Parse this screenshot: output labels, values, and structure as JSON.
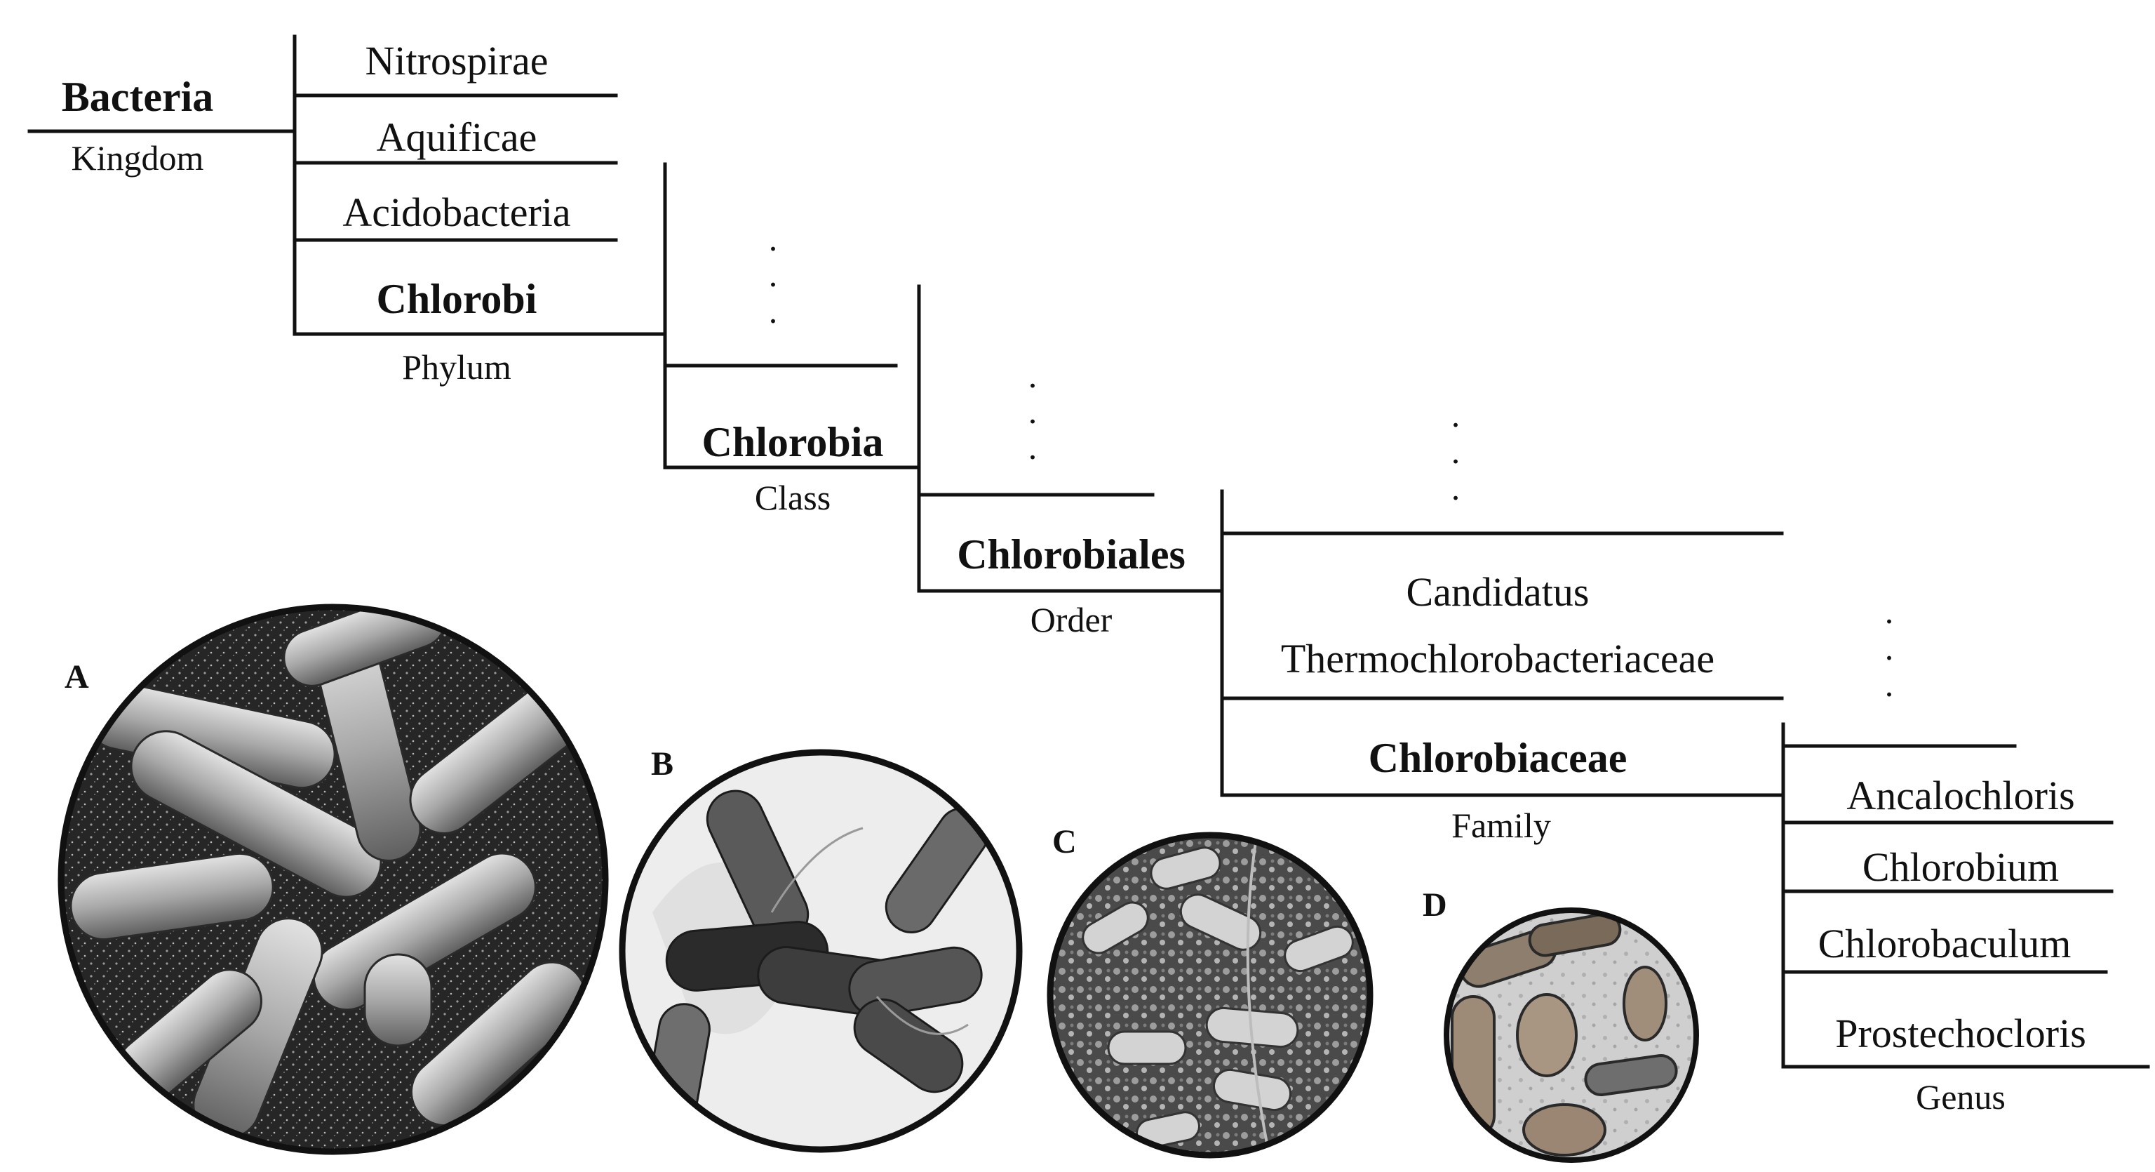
{
  "kingdom": {
    "name": "Bacteria",
    "rank": "Kingdom"
  },
  "phylum": {
    "siblings": [
      "Nitrospirae",
      "Aquificae",
      "Acidobacteria"
    ],
    "name": "Chlorobi",
    "rank": "Phylum"
  },
  "class": {
    "name": "Chlorobia",
    "rank": "Class"
  },
  "order": {
    "name": "Chlorobiales",
    "rank": "Order"
  },
  "family": {
    "sibling_line1": "Candidatus",
    "sibling_line2": "Thermochlorobacteriaceae",
    "name": "Chlorobiaceae",
    "rank": "Family"
  },
  "genus": {
    "names": [
      "Ancalochloris",
      "Chlorobium",
      "Chlorobaculum",
      "Prostechocloris"
    ],
    "rank": "Genus"
  },
  "ellipsis": ".",
  "panels": [
    "A",
    "B",
    "C",
    "D"
  ]
}
